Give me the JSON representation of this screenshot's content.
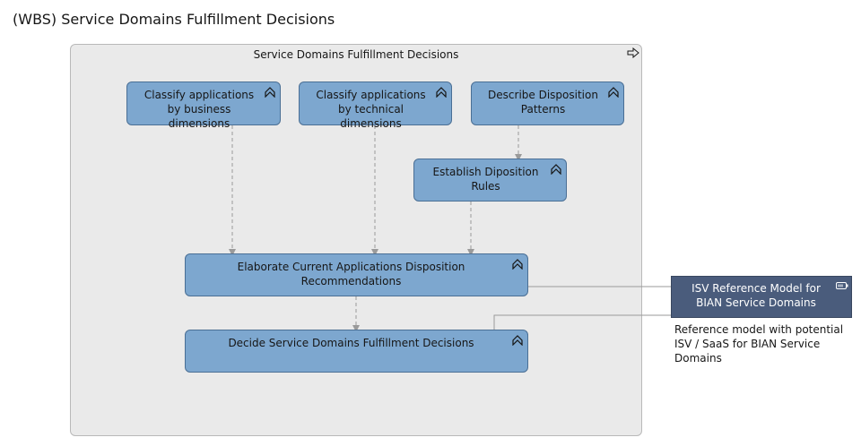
{
  "page": {
    "title": "(WBS) Service Domains Fulfillment Decisions"
  },
  "group": {
    "title": "Service Domains Fulfillment Decisions"
  },
  "nodes": {
    "classify_business": "Classify applications by business dimensions",
    "classify_technical": "Classify applications by technical dimensions",
    "describe_patterns": "Describe Disposition Patterns",
    "establish_rules": "Establish Diposition Rules",
    "elaborate": "Elaborate Current Applications Disposition Recommendations",
    "decide": "Decide Service Domains Fulfillment Decisions"
  },
  "external": {
    "title": "ISV Reference Model for BIAN Service Domains",
    "note": "Reference model with potential ISV / SaaS for BIAN Service Domains"
  },
  "colors": {
    "node_fill": "#7da7cf",
    "node_border": "#4a6f95",
    "external_fill": "#4a5c7c",
    "group_fill": "#eaeaea",
    "connector": "#9a9a9a"
  }
}
